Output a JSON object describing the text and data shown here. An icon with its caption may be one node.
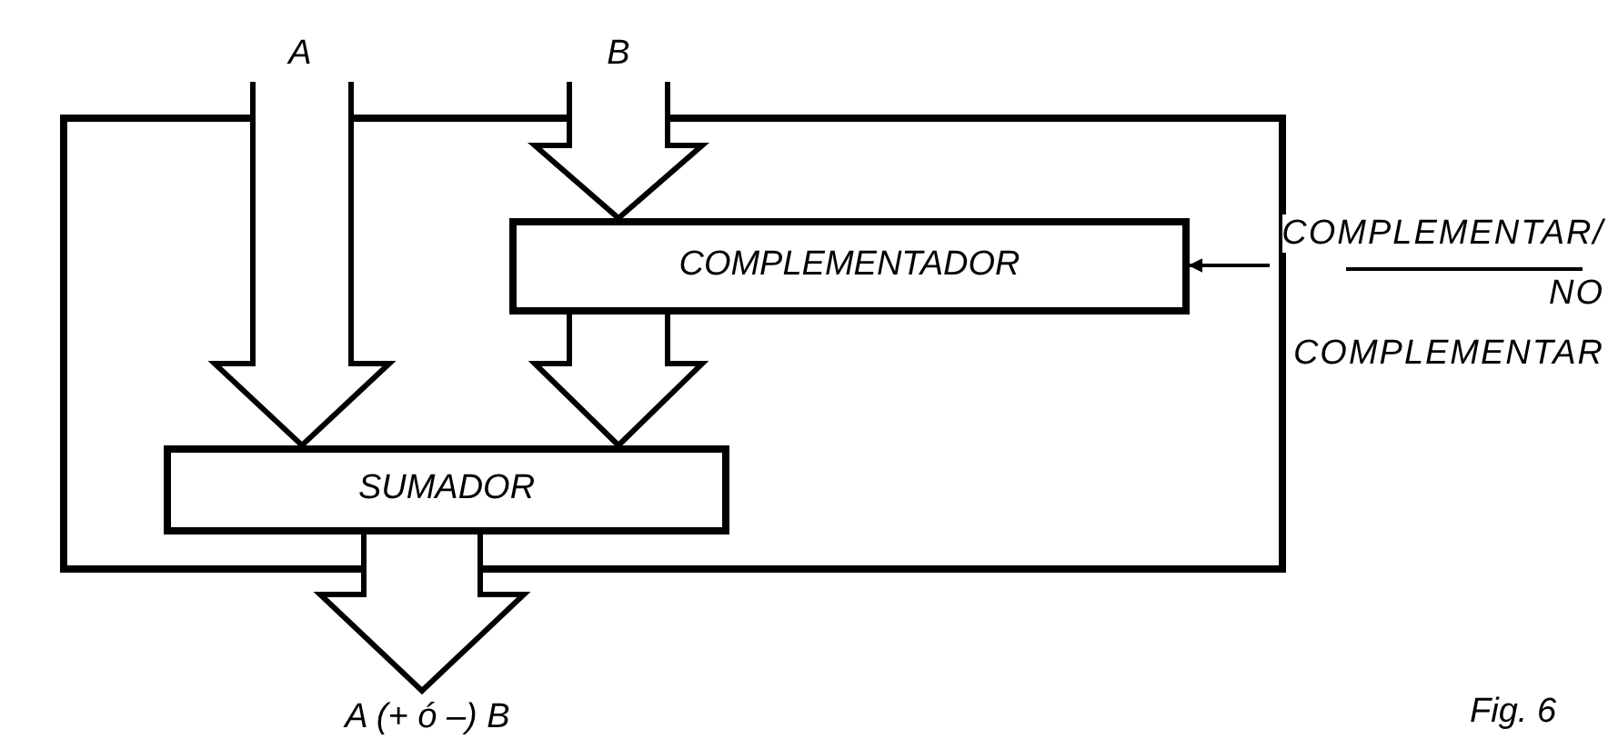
{
  "diagram": {
    "nodes": [
      {
        "text": [],
        "shape": "box"
      },
      {
        "text": [
          "A"
        ]
      },
      {
        "text": [
          "B"
        ]
      },
      {
        "text": [
          "COMPLEMENTADOR"
        ],
        "in": 0
      },
      {
        "text": [
          "SUMADOR"
        ],
        "in": 0
      },
      {
        "text": [
          "COMPLEMENTAR/ NO COMPLEMENTAR"
        ]
      },
      {
        "text": [
          "A (+ ó –) B"
        ]
      }
    ],
    "edges": [
      {
        "from": 1,
        "to": 4,
        "arrow": "to"
      },
      {
        "from": 2,
        "to": 3,
        "arrow": "to"
      },
      {
        "from": 3,
        "to": 4,
        "arrow": "to"
      },
      {
        "from": 4,
        "to": 6,
        "arrow": "to"
      },
      {
        "from": 5,
        "to": 3,
        "arrow": "to"
      }
    ],
    "labels": [
      "Fig. 6"
    ]
  }
}
